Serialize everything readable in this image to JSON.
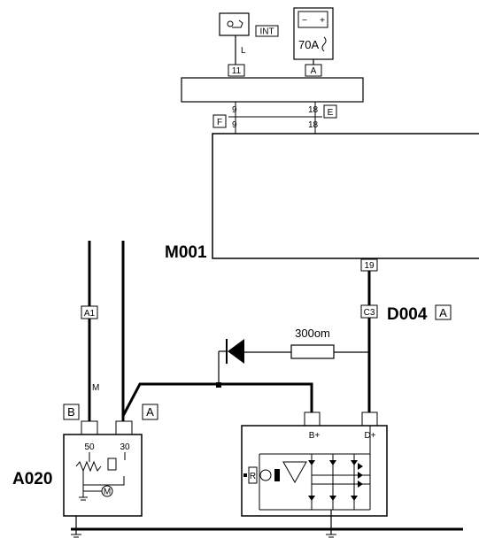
{
  "components": {
    "ignition": {
      "tag": "INT",
      "wire": "L",
      "pin": "11"
    },
    "battery": {
      "fuse": "70A",
      "pin": "A",
      "minus": "−",
      "plus": "+"
    },
    "body_computer": {
      "pin_top_left": "9",
      "pin_top_right": "18",
      "conn_e": "E",
      "conn_f": "F",
      "pin_bottom_left": "9",
      "pin_bottom_right": "18"
    },
    "ecu": {
      "name": "M001",
      "pin": "19",
      "conn": "C3",
      "connector_name": "D004",
      "connector_tag": "A"
    },
    "resistor": {
      "label": "300om"
    },
    "starter": {
      "name": "A020",
      "pin_50": "50",
      "pin_30": "30",
      "conn_b": "B",
      "conn_a": "A",
      "wire_a1": "A1",
      "wire_m": "M",
      "motor": "M"
    },
    "alternator": {
      "b_plus": "B+",
      "d_plus": "D+",
      "reg": "R"
    }
  }
}
